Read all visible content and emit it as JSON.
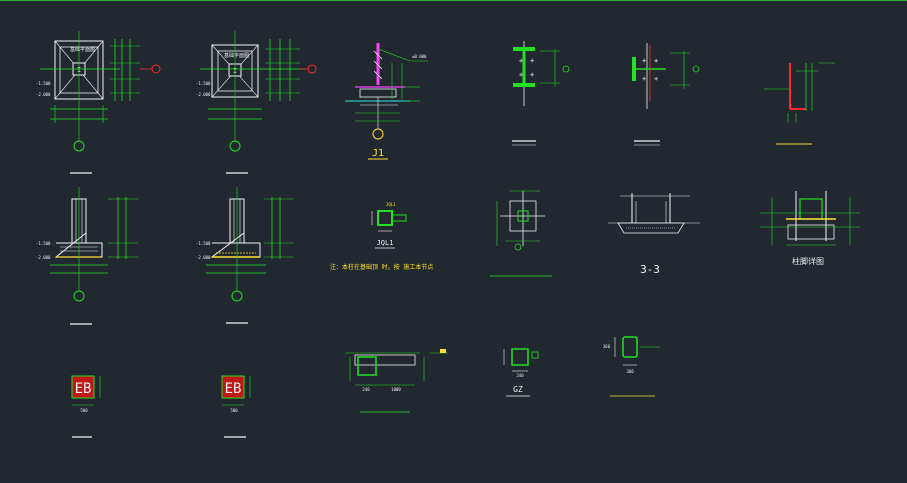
{
  "drawing": {
    "labels": {
      "j1": "J1",
      "jql1": "JQL1",
      "section_3_3": "3-3",
      "column_detail": "柱脚详图",
      "gz": "GZ",
      "note": "注：本柱在基础顶      时，按      施工本节点"
    },
    "dims": {
      "d500a": "500",
      "d500b": "500",
      "d1000": "1000",
      "d240a": "240",
      "d240b": "240",
      "d360": "360",
      "d300": "300",
      "d200": "200"
    },
    "elevations": {
      "e1": "±0.000",
      "e2": "-1.500",
      "e3": "-2.000"
    },
    "colors": {
      "background": "#212830",
      "line_white": "#f2f2f2",
      "line_green": "#22e022",
      "line_yellow": "#ffe033",
      "line_red": "#ff2a2a",
      "line_magenta": "#ff3cff",
      "line_cyan": "#33e6e6"
    }
  }
}
